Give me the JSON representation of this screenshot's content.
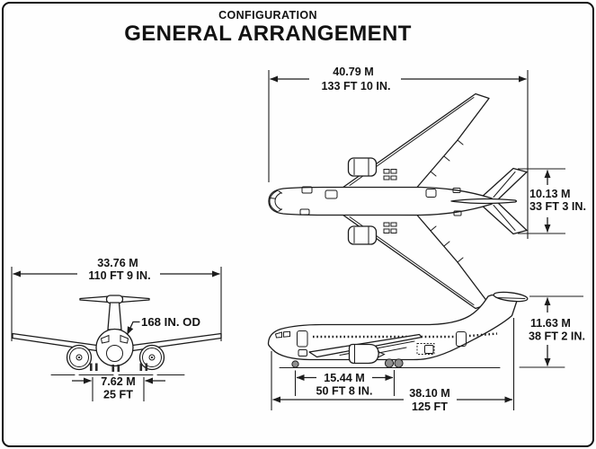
{
  "title": {
    "kicker": "CONFIGURATION",
    "main": "GENERAL ARRANGEMENT"
  },
  "colors": {
    "ink": "#1c1c1c",
    "paper": "#fefefe",
    "border": "#0d0d0d"
  },
  "top_view": {
    "overall_length": {
      "metric": "40.79 M",
      "imperial": "133 FT 10 IN."
    },
    "tail_span": {
      "metric": "10.13 M",
      "imperial": "33 FT 3 IN."
    }
  },
  "front_view": {
    "wing_span": {
      "metric": "33.76 M",
      "imperial": "110 FT 9 IN."
    },
    "fuselage_diameter": "168 IN. OD",
    "gear_track": {
      "metric": "7.62 M",
      "imperial": "25 FT"
    }
  },
  "side_view": {
    "height": {
      "metric": "11.63 M",
      "imperial": "38 FT 2 IN."
    },
    "wheelbase": {
      "metric": "15.44 M",
      "imperial": "50 FT 8 IN."
    },
    "length": {
      "metric": "38.10 M",
      "imperial": "125 FT"
    }
  }
}
